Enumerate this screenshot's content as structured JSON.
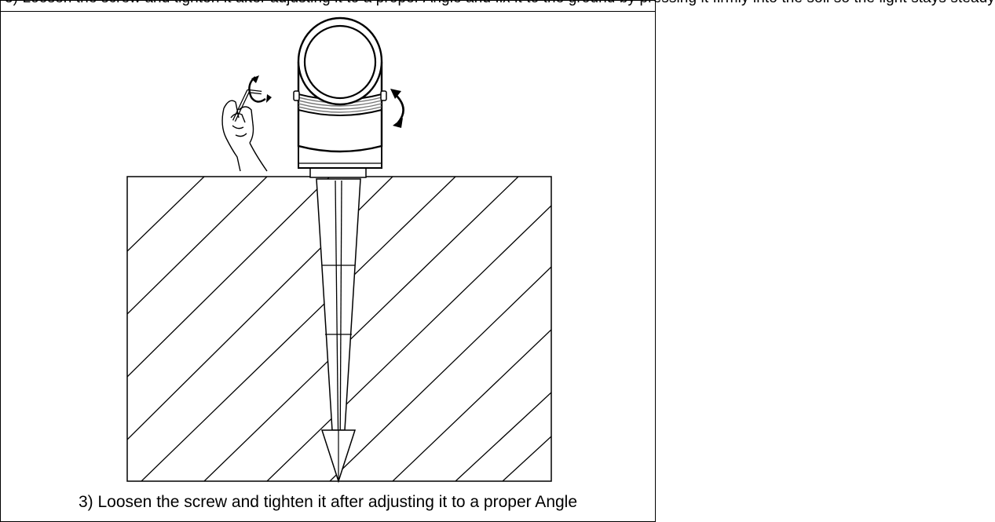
{
  "header": {
    "cropped_text": "3) Loosen the screw and tighten it after adjusting it to a proper Angle and fix it to the ground by pressing it firmly into the soil so the light stays steady"
  },
  "figure": {
    "items": [
      "hex-key-in-hand",
      "rotate-arrow-around-key",
      "spotlight-head",
      "tilt-arrow",
      "ground-section-hatched",
      "ground-spike"
    ]
  },
  "caption": "3) Loosen the screw and tighten it after adjusting it to a proper Angle"
}
